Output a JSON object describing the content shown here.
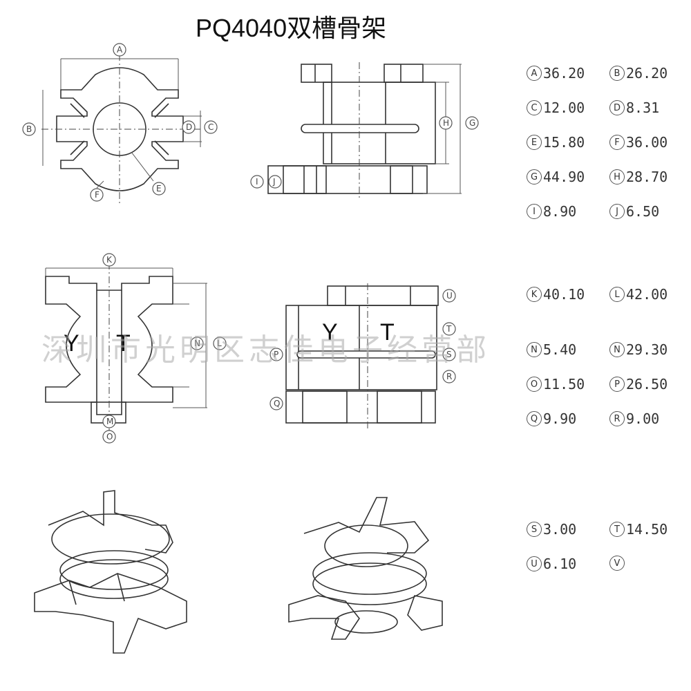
{
  "title": "PQ4040双槽骨架",
  "watermark": "深圳市光明区志佳电子经营部",
  "inner_labels": {
    "y": "Y",
    "t": "T"
  },
  "specs": [
    {
      "key": "A",
      "value": "36.20"
    },
    {
      "key": "B",
      "value": "26.20"
    },
    {
      "key": "C",
      "value": "12.00"
    },
    {
      "key": "D",
      "value": "8.31"
    },
    {
      "key": "E",
      "value": "15.80"
    },
    {
      "key": "F",
      "value": "36.00"
    },
    {
      "key": "G",
      "value": "44.90"
    },
    {
      "key": "H",
      "value": "28.70"
    },
    {
      "key": "I",
      "value": "8.90"
    },
    {
      "key": "J",
      "value": "6.50"
    },
    {
      "key": "K",
      "value": "40.10"
    },
    {
      "key": "L",
      "value": "42.00"
    },
    {
      "key": "N",
      "value": "5.40"
    },
    {
      "key": "N",
      "value": "29.30"
    },
    {
      "key": "O",
      "value": "11.50"
    },
    {
      "key": "P",
      "value": "26.50"
    },
    {
      "key": "Q",
      "value": "9.90"
    },
    {
      "key": "R",
      "value": "9.00"
    },
    {
      "key": "S",
      "value": "3.00"
    },
    {
      "key": "T",
      "value": "14.50"
    },
    {
      "key": "U",
      "value": "6.10"
    },
    {
      "key": "V",
      "value": ""
    }
  ]
}
